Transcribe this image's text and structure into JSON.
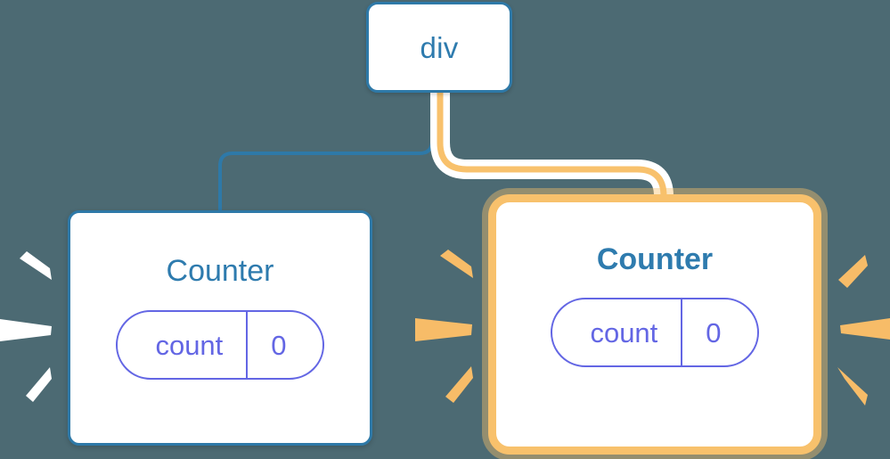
{
  "diagram": {
    "type": "component-tree",
    "background_color": "#4C6A73",
    "description": "React component tree showing a div parent with two Counter children; the right Counter is highlighted as re-rendered"
  },
  "nodes": {
    "root": {
      "label": "div",
      "border_color": "#2E79A8",
      "text_color": "#2E7BAE",
      "highlighted": false
    },
    "counter_left": {
      "label": "Counter",
      "border_color": "#2E79A8",
      "text_color": "#2E7BAE",
      "highlighted": false,
      "state": {
        "name": "count",
        "value": "0",
        "color": "#6366E4"
      }
    },
    "counter_right": {
      "label": "Counter",
      "border_color": "#F8C16C",
      "text_color": "#2E7BAE",
      "highlighted": true,
      "state": {
        "name": "count",
        "value": "0",
        "color": "#6366E4"
      }
    }
  },
  "edges": [
    {
      "name": "edge-div-to-counter-left",
      "from": "div",
      "to": "counter-left",
      "color": "#2E79A8",
      "style": "thin"
    },
    {
      "name": "edge-div-to-counter-right",
      "from": "div",
      "to": "counter-right",
      "color": "#F8C16C",
      "style": "thick-highlighted"
    }
  ],
  "effects": {
    "left_burst": {
      "name": "render-flash-left",
      "color": "#FFFFFF",
      "ray_count": 3,
      "side": "left",
      "direction": "inward"
    },
    "middle_burst": {
      "name": "render-flash-middle",
      "color": "#F8C16C",
      "ray_count": 3,
      "side": "middle",
      "direction": "inward"
    },
    "right_burst": {
      "name": "render-flash-right",
      "color": "#F8C16C",
      "ray_count": 3,
      "side": "right",
      "direction": "outward"
    }
  },
  "palette": {
    "background": "#4C6A73",
    "blue": "#2E79A8",
    "blue_text": "#2E7BAE",
    "orange": "#F8C16C",
    "orange_glow": "#FAE0B8",
    "purple": "#6366E4",
    "white": "#FFFFFF"
  }
}
